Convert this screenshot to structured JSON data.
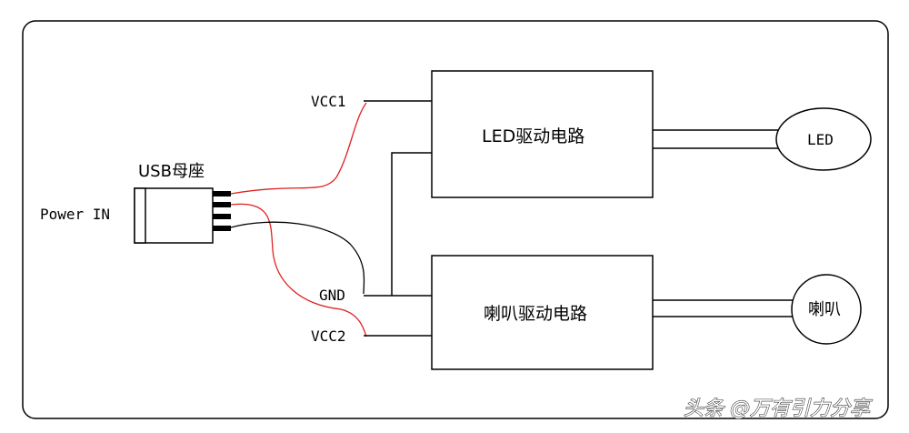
{
  "diagram": {
    "usb_socket_label": "USB母座",
    "power_in_label": "Power IN",
    "vcc1_label": "VCC1",
    "gnd_label": "GND",
    "vcc2_label": "VCC2",
    "led_driver_label": "LED驱动电路",
    "speaker_driver_label": "喇叭驱动电路",
    "led_label": "LED",
    "speaker_label": "喇叭",
    "colors": {
      "power_wire": "#e02020",
      "ground_wire": "#000000",
      "line": "#000000"
    }
  },
  "watermark": {
    "text": "头条 @万有引力分享"
  }
}
